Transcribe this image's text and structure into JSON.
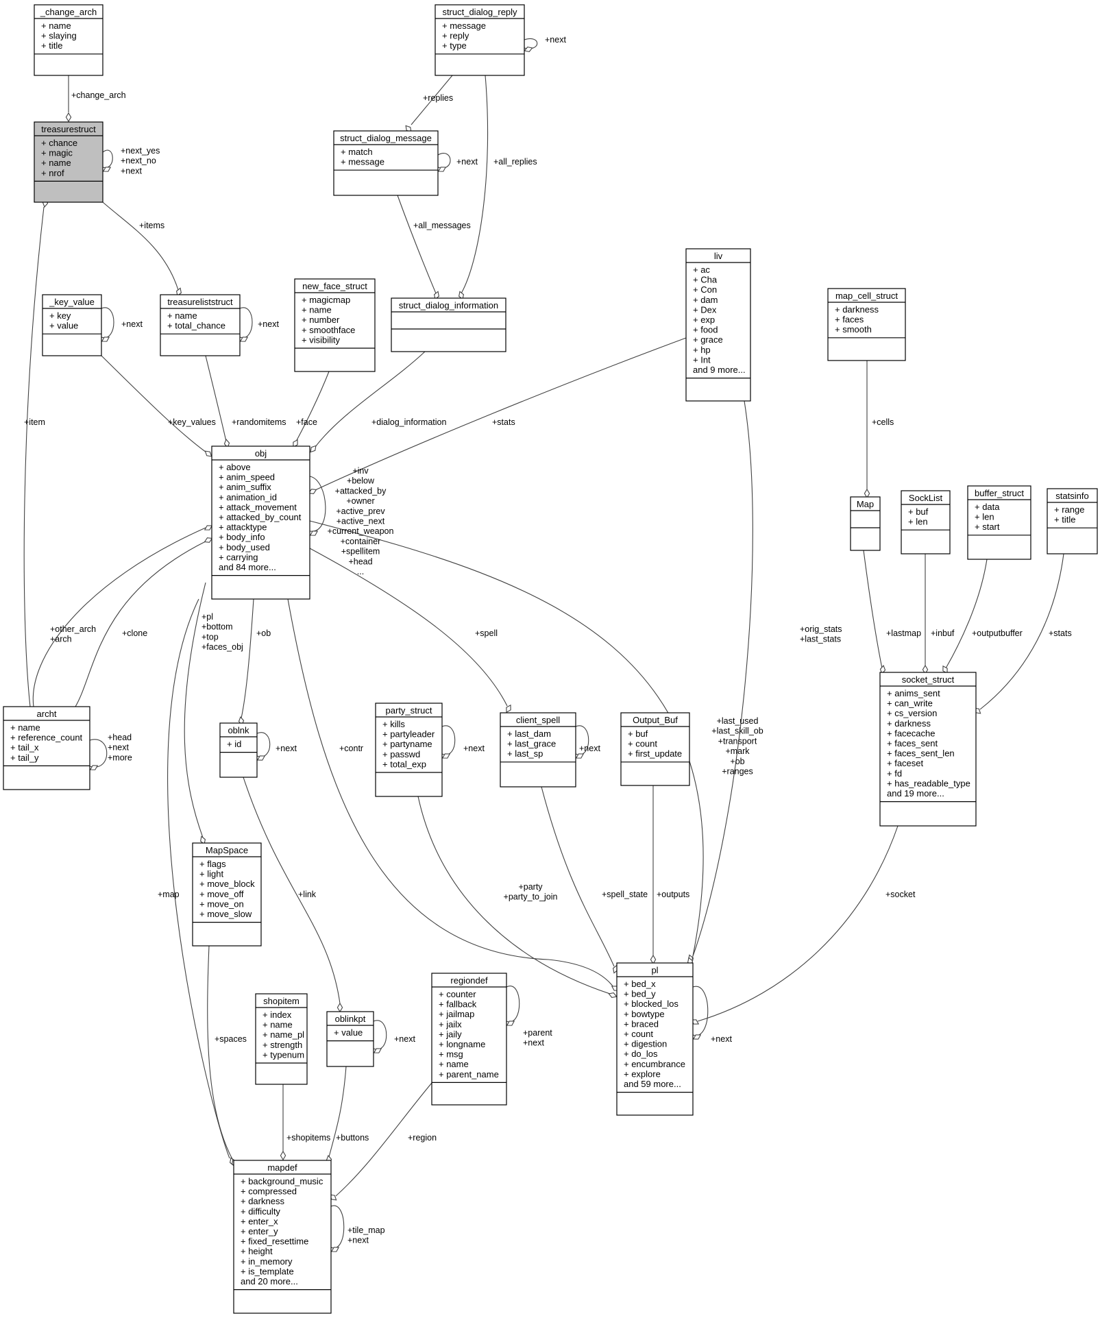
{
  "classes": {
    "change_arch": {
      "name": "_change_arch",
      "attrs": [
        "+ name",
        "+ slaying",
        "+ title"
      ]
    },
    "treasurestruct": {
      "name": "treasurestruct",
      "attrs": [
        "+ chance",
        "+ magic",
        "+ name",
        "+ nrof"
      ]
    },
    "struct_dialog_reply": {
      "name": "struct_dialog_reply",
      "attrs": [
        "+ message",
        "+ reply",
        "+ type"
      ]
    },
    "struct_dialog_message": {
      "name": "struct_dialog_message",
      "attrs": [
        "+ match",
        "+ message"
      ]
    },
    "struct_dialog_information": {
      "name": "struct_dialog_information",
      "attrs": []
    },
    "liv": {
      "name": "liv",
      "attrs": [
        "+ ac",
        "+ Cha",
        "+ Con",
        "+ dam",
        "+ Dex",
        "+ exp",
        "+ food",
        "+ grace",
        "+ hp",
        "+ Int",
        "and 9 more..."
      ]
    },
    "key_value": {
      "name": "_key_value",
      "attrs": [
        "+ key",
        "+ value"
      ]
    },
    "treasureliststruct": {
      "name": "treasureliststruct",
      "attrs": [
        "+ name",
        "+ total_chance"
      ]
    },
    "new_face_struct": {
      "name": "new_face_struct",
      "attrs": [
        "+ magicmap",
        "+ name",
        "+ number",
        "+ smoothface",
        "+ visibility"
      ]
    },
    "map_cell_struct": {
      "name": "map_cell_struct",
      "attrs": [
        "+ darkness",
        "+ faces",
        "+ smooth"
      ]
    },
    "obj": {
      "name": "obj",
      "attrs": [
        "+ above",
        "+ anim_speed",
        "+ anim_suffix",
        "+ animation_id",
        "+ attack_movement",
        "+ attacked_by_count",
        "+ attacktype",
        "+ body_info",
        "+ body_used",
        "+ carrying",
        "and 84 more..."
      ]
    },
    "map": {
      "name": "Map",
      "attrs": []
    },
    "socklist": {
      "name": "SockList",
      "attrs": [
        "+ buf",
        "+ len"
      ]
    },
    "buffer_struct": {
      "name": "buffer_struct",
      "attrs": [
        "+ data",
        "+ len",
        "+ start"
      ]
    },
    "statsinfo": {
      "name": "statsinfo",
      "attrs": [
        "+ range",
        "+ title"
      ]
    },
    "archt": {
      "name": "archt",
      "attrs": [
        "+ name",
        "+ reference_count",
        "+ tail_x",
        "+ tail_y"
      ]
    },
    "socket_struct": {
      "name": "socket_struct",
      "attrs": [
        "+ anims_sent",
        "+ can_write",
        "+ cs_version",
        "+ darkness",
        "+ facecache",
        "+ faces_sent",
        "+ faces_sent_len",
        "+ faceset",
        "+ fd",
        "+ has_readable_type",
        "and 19 more..."
      ]
    },
    "oblnk": {
      "name": "oblnk",
      "attrs": [
        "+ id"
      ]
    },
    "party_struct": {
      "name": "party_struct",
      "attrs": [
        "+ kills",
        "+ partyleader",
        "+ partyname",
        "+ passwd",
        "+ total_exp"
      ]
    },
    "client_spell": {
      "name": "client_spell",
      "attrs": [
        "+ last_dam",
        "+ last_grace",
        "+ last_sp"
      ]
    },
    "output_buf": {
      "name": "Output_Buf",
      "attrs": [
        "+ buf",
        "+ count",
        "+ first_update"
      ]
    },
    "mapspace": {
      "name": "MapSpace",
      "attrs": [
        "+ flags",
        "+ light",
        "+ move_block",
        "+ move_off",
        "+ move_on",
        "+ move_slow"
      ]
    },
    "pl": {
      "name": "pl",
      "attrs": [
        "+ bed_x",
        "+ bed_y",
        "+ blocked_los",
        "+ bowtype",
        "+ braced",
        "+ count",
        "+ digestion",
        "+ do_los",
        "+ encumbrance",
        "+ explore",
        "and 59 more..."
      ]
    },
    "regiondef": {
      "name": "regiondef",
      "attrs": [
        "+ counter",
        "+ fallback",
        "+ jailmap",
        "+ jailx",
        "+ jaily",
        "+ longname",
        "+ msg",
        "+ name",
        "+ parent_name"
      ]
    },
    "shopitem": {
      "name": "shopitem",
      "attrs": [
        "+ index",
        "+ name",
        "+ name_pl",
        "+ strength",
        "+ typenum"
      ]
    },
    "oblinkpt": {
      "name": "oblinkpt",
      "attrs": [
        "+ value"
      ]
    },
    "mapdef": {
      "name": "mapdef",
      "attrs": [
        "+ background_music",
        "+ compressed",
        "+ darkness",
        "+ difficulty",
        "+ enter_x",
        "+ enter_y",
        "+ fixed_resettime",
        "+ height",
        "+ in_memory",
        "+ is_template",
        "and 20 more..."
      ]
    }
  },
  "edge_labels": {
    "change_arch": [
      "+change_arch"
    ],
    "treasure_self": [
      "+next_yes",
      "+next_no",
      "+next"
    ],
    "reply_self": [
      "+next"
    ],
    "replies": [
      "+replies"
    ],
    "message_self": [
      "+next"
    ],
    "all_replies": [
      "+all_replies"
    ],
    "all_messages": [
      "+all_messages"
    ],
    "items": [
      "+items"
    ],
    "key_self": [
      "+next"
    ],
    "tlist_self": [
      "+next"
    ],
    "item": [
      "+item"
    ],
    "key_values": [
      "+key_values"
    ],
    "randomitems": [
      "+randomitems"
    ],
    "face": [
      "+face"
    ],
    "dialog_information": [
      "+dialog_information"
    ],
    "stats_liv": [
      "+stats"
    ],
    "cells": [
      "+cells"
    ],
    "obj_self": [
      "+inv",
      "+below",
      "+attacked_by",
      "+owner",
      "+active_prev",
      "+active_next",
      "+current_weapon",
      "+container",
      "+spellitem",
      "+head",
      "..."
    ],
    "other_arch": [
      "+other_arch",
      "+arch"
    ],
    "clone": [
      "+clone"
    ],
    "pl_obj": [
      "+pl",
      "+bottom",
      "+top",
      "+faces_obj"
    ],
    "ob": [
      "+ob"
    ],
    "spell": [
      "+spell"
    ],
    "orig_stats": [
      "+orig_stats",
      "+last_stats"
    ],
    "lastmap": [
      "+lastmap"
    ],
    "inbuf": [
      "+inbuf"
    ],
    "outputbuffer": [
      "+outputbuffer"
    ],
    "stats_info": [
      "+stats"
    ],
    "archt_self": [
      "+head",
      "+next",
      "+more"
    ],
    "oblnk_self": [
      "+next"
    ],
    "contr": [
      "+contr"
    ],
    "party_self": [
      "+next"
    ],
    "client_self": [
      "+next"
    ],
    "last_used": [
      "+last_used",
      "+last_skill_ob",
      "+transport",
      "+mark",
      "+ob",
      "+ranges"
    ],
    "map": [
      "+map"
    ],
    "link": [
      "+link"
    ],
    "party": [
      "+party",
      "+party_to_join"
    ],
    "spell_state": [
      "+spell_state"
    ],
    "outputs": [
      "+outputs"
    ],
    "socket": [
      "+socket"
    ],
    "spaces": [
      "+spaces"
    ],
    "region_self": [
      "+parent",
      "+next"
    ],
    "oblinkpt_self": [
      "+next"
    ],
    "pl_self": [
      "+next"
    ],
    "shopitems": [
      "+shopitems"
    ],
    "buttons": [
      "+buttons"
    ],
    "region": [
      "+region"
    ],
    "mapdef_self": [
      "+tile_map",
      "+next"
    ]
  }
}
